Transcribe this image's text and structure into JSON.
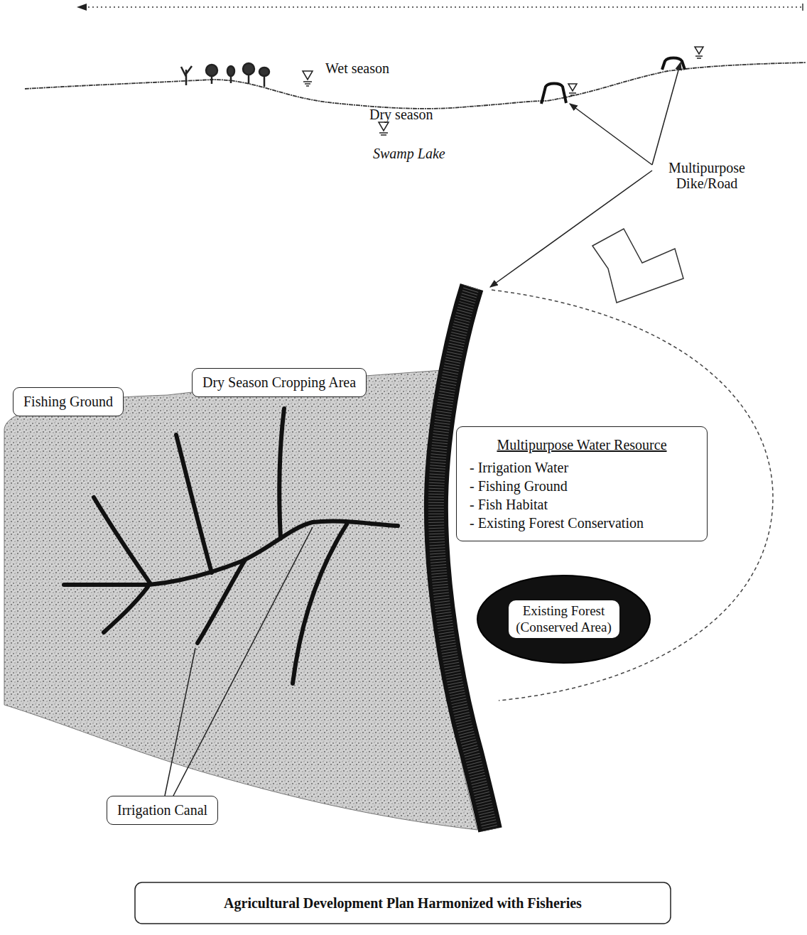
{
  "diagram": {
    "title": "Agricultural Development Plan Harmonized with Fisheries",
    "nodes": [
      {
        "text": [
          "Fishing Ground"
        ]
      },
      {
        "text": [
          "Dry Season Cropping Area"
        ]
      },
      {
        "text": [
          "Multipurpose Water Resource",
          "- Irrigation Water",
          "- Fishing Ground",
          "- Fish Habitat",
          "- Existing Forest Conservation"
        ]
      },
      {
        "text": [
          "Existing Forest (Conserved Area)"
        ]
      },
      {
        "text": [
          "Irrigation Canal"
        ]
      }
    ],
    "labels": [
      "Wet season",
      "Dry season",
      "Swamp Lake",
      "Multipurpose Dike/Road"
    ]
  }
}
